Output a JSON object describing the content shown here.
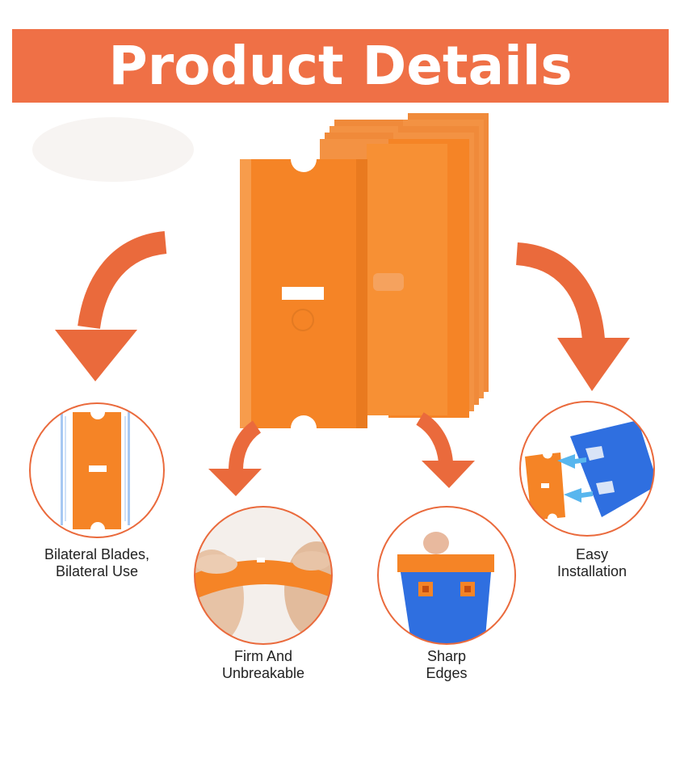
{
  "banner": {
    "title": "Product Details"
  },
  "features": [
    {
      "caption": "Bilateral Blades,\nBilateral Use",
      "image": "double-edged-blade-icon"
    },
    {
      "caption": "Firm And\nUnbreakable",
      "image": "bending-blade-hands-icon"
    },
    {
      "caption": "Sharp\nEdges",
      "image": "scraper-edge-icon"
    },
    {
      "caption": "Easy\nInstallation",
      "image": "blade-into-holder-icon"
    }
  ],
  "colors": {
    "accent": "#ef7046",
    "blade": "#f58426",
    "holder": "#2f6fe0",
    "arrow": "#ea6a3c"
  }
}
